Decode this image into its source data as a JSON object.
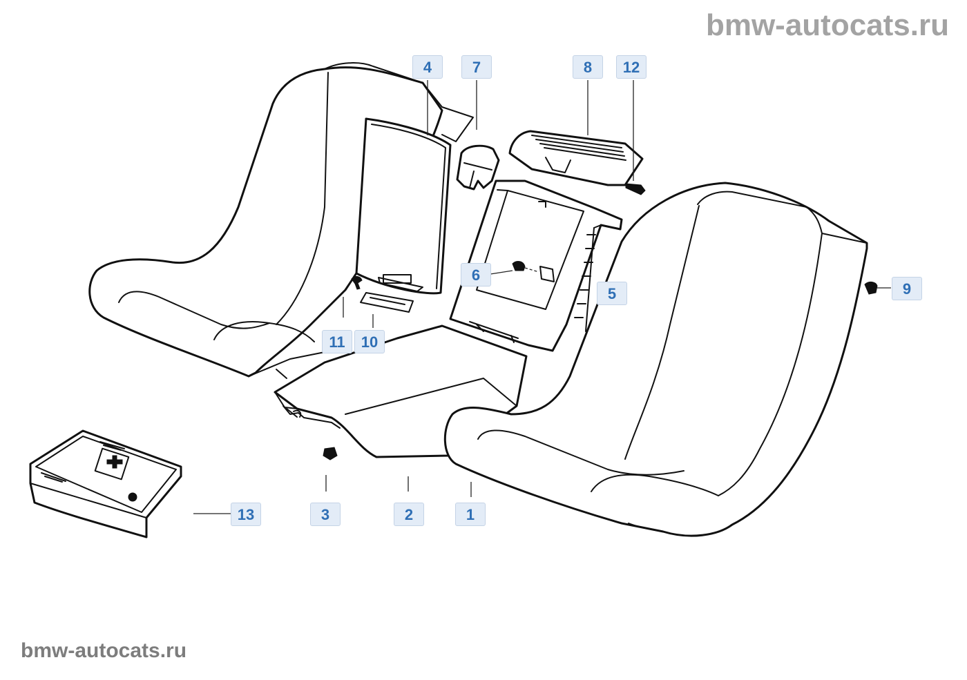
{
  "watermark": {
    "top": "bmw-autocats.ru",
    "bottom": "bmw-autocats.ru"
  },
  "callouts": [
    {
      "id": "1",
      "label": "1"
    },
    {
      "id": "2",
      "label": "2"
    },
    {
      "id": "3",
      "label": "3"
    },
    {
      "id": "4",
      "label": "4"
    },
    {
      "id": "5",
      "label": "5"
    },
    {
      "id": "6",
      "label": "6"
    },
    {
      "id": "7",
      "label": "7"
    },
    {
      "id": "8",
      "label": "8"
    },
    {
      "id": "9",
      "label": "9"
    },
    {
      "id": "10",
      "label": "10"
    },
    {
      "id": "11",
      "label": "11"
    },
    {
      "id": "12",
      "label": "12"
    },
    {
      "id": "13",
      "label": "13"
    }
  ],
  "colors": {
    "callout_text": "#2f6fb5",
    "callout_bg": "#e3ecf7",
    "watermark": "#a3a3a3",
    "line_art": "#111111"
  }
}
